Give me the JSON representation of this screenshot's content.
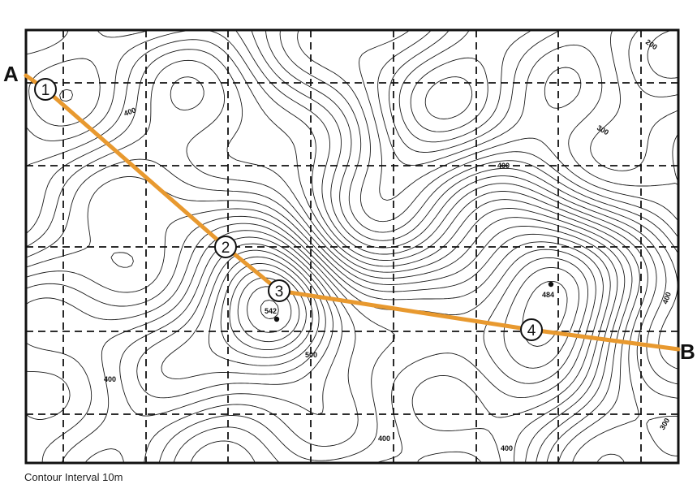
{
  "endpoints": {
    "a": "A",
    "b": "B"
  },
  "waypoints": [
    "1",
    "2",
    "3",
    "4"
  ],
  "elevations": {
    "c400_a": "400",
    "c400_b": "400",
    "c400_c": "400",
    "c400_d": "400",
    "c400_e": "400",
    "c400_f": "400",
    "c300_a": "300",
    "c300_b": "300",
    "c200": "200",
    "c500": "500",
    "peak_a": "542",
    "peak_b": "484"
  },
  "caption": "Contour Interval 10m",
  "colors": {
    "route": "#e8992f",
    "contour": "#1a1a1a",
    "grid": "#111111",
    "frame": "#111111"
  }
}
